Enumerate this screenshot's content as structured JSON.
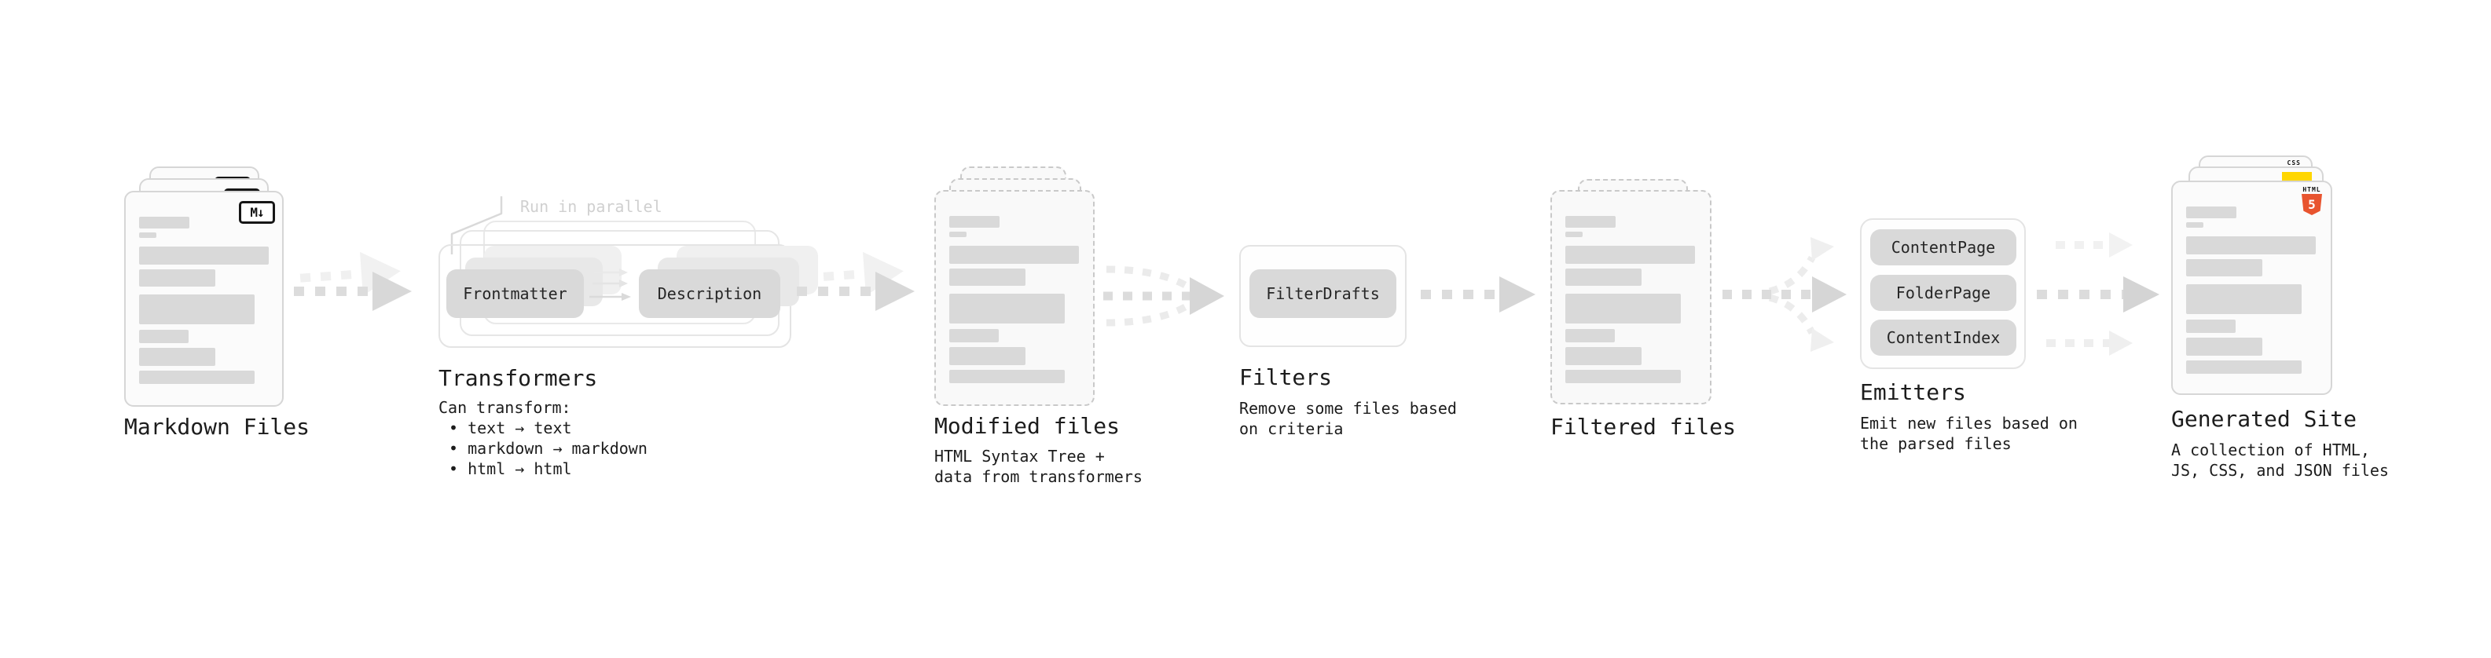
{
  "stages": {
    "markdown_files": {
      "label": "Markdown Files",
      "badge": "M↓"
    },
    "transformers": {
      "annotation": "Run in parallel",
      "pill_left": "Frontmatter",
      "pill_right": "Description",
      "label": "Transformers",
      "description_title": "Can transform:",
      "bullets": [
        "• text → text",
        "• markdown → markdown",
        "• html → html"
      ]
    },
    "modified_files": {
      "label": "Modified files",
      "description": "HTML Syntax Tree +\ndata from transformers"
    },
    "filters": {
      "pill": "FilterDrafts",
      "label": "Filters",
      "description": "Remove some files based\non criteria"
    },
    "filtered_files": {
      "label": "Filtered files"
    },
    "emitters": {
      "pills": [
        "ContentPage",
        "FolderPage",
        "ContentIndex"
      ],
      "label": "Emitters",
      "description": "Emit new files based on\nthe parsed files"
    },
    "generated_site": {
      "label": "Generated Site",
      "description": "A collection of HTML,\nJS, CSS, and JSON files",
      "html5_badge": {
        "word": "HTML",
        "number": "5"
      },
      "css_badge": "CSS"
    }
  },
  "colors": {
    "background": "#ffffff",
    "text": "#1c1c1c",
    "annotation": "#d0d0d0",
    "pill_background": "#d9d9d9",
    "placeholder_bar": "#d9d9d9",
    "arrow_dash": "#d6d6d6",
    "html5_orange": "#e8542f",
    "js_yellow": "#ffd600",
    "css_blue": "#2e6de5"
  }
}
